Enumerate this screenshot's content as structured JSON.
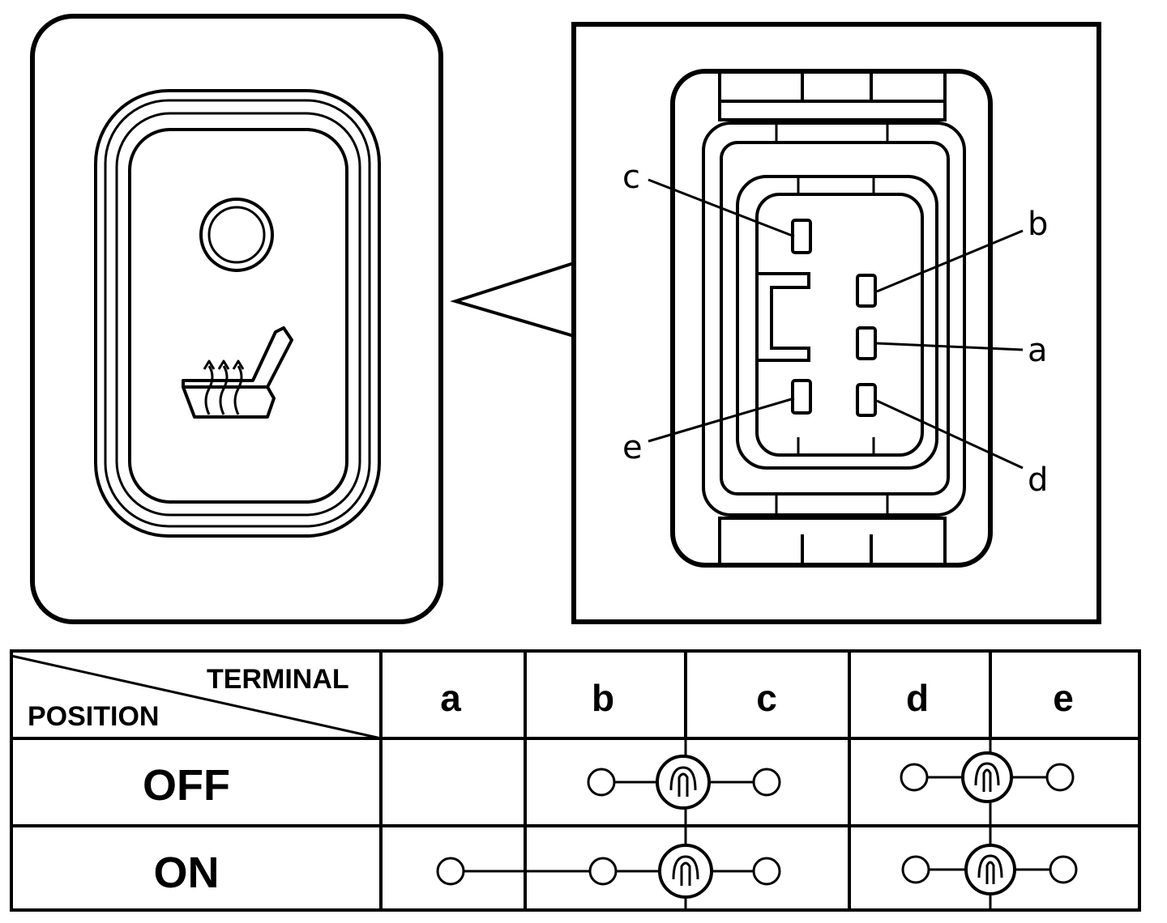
{
  "table": {
    "header_terminal": "TERMINAL",
    "header_position": "POSITION",
    "columns": [
      "a",
      "b",
      "c",
      "d",
      "e"
    ],
    "rows": [
      {
        "position": "OFF"
      },
      {
        "position": "ON"
      }
    ]
  },
  "connector": {
    "terminal_labels": [
      "c",
      "b",
      "a",
      "e",
      "d"
    ]
  },
  "switch": {
    "icons": [
      "indicator-lamp-icon",
      "seat-heater-icon"
    ]
  }
}
